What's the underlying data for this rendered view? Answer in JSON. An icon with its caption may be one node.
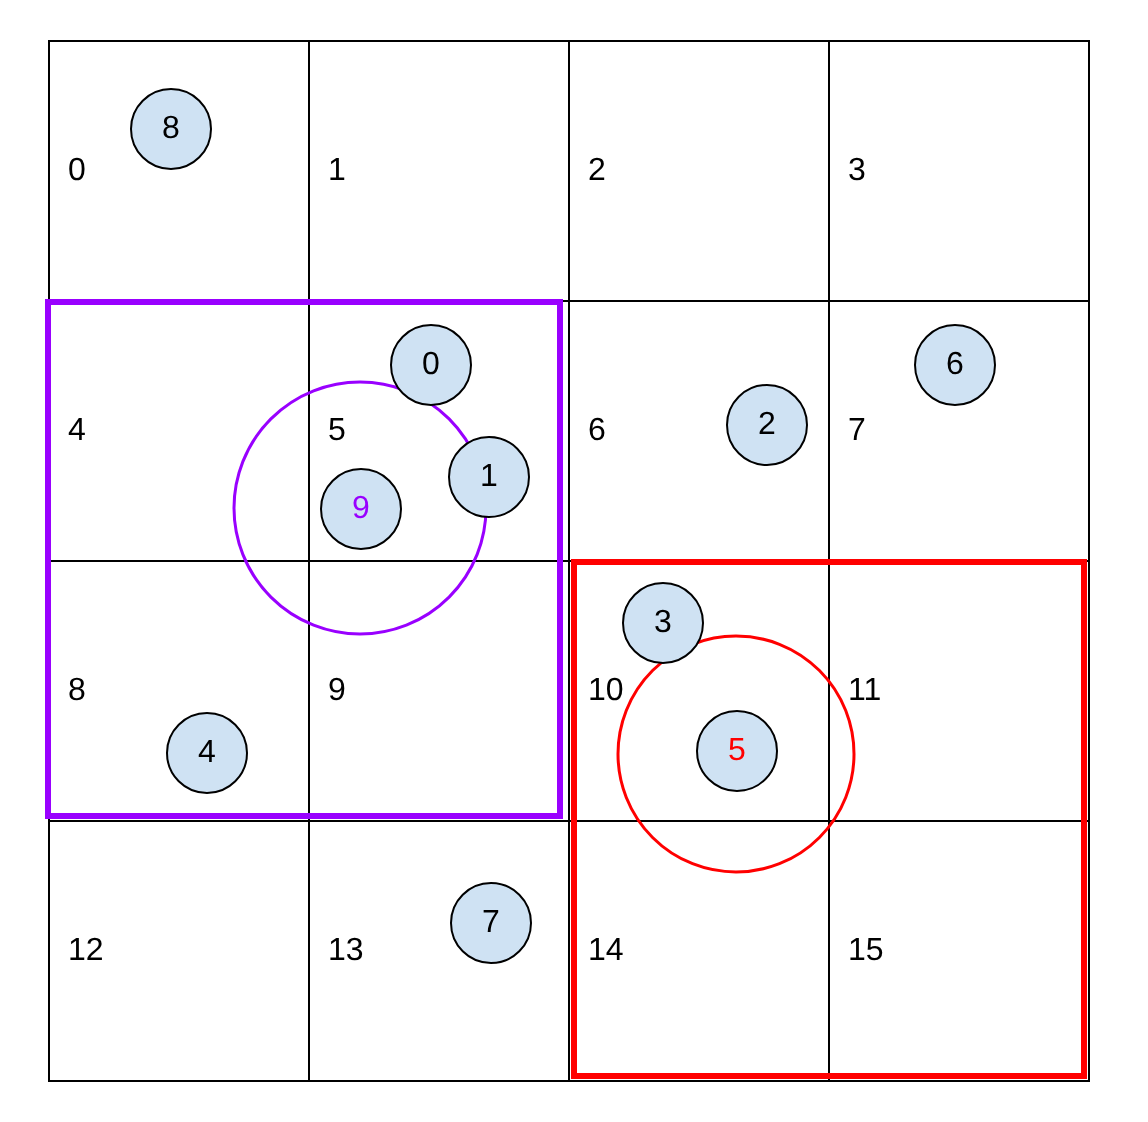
{
  "diagram": {
    "nodes": [
      {
        "text": [
          "0"
        ]
      },
      {
        "text": [
          "8"
        ],
        "in": 0
      },
      {
        "text": [
          "1"
        ]
      },
      {
        "text": [
          "2"
        ]
      },
      {
        "text": [
          "3"
        ]
      },
      {
        "text": [
          "4"
        ]
      },
      {
        "text": [
          "5"
        ]
      },
      {
        "text": [
          "0"
        ],
        "in": 6
      },
      {
        "text": [
          "1"
        ],
        "in": 6
      },
      {
        "text": [
          "9"
        ],
        "in": 6
      },
      {
        "text": [
          "6"
        ]
      },
      {
        "text": [
          "2"
        ],
        "in": 10
      },
      {
        "text": [
          "7"
        ]
      },
      {
        "text": [
          "6"
        ],
        "in": 12
      },
      {
        "text": [
          "8"
        ]
      },
      {
        "text": [
          "4"
        ],
        "in": 14
      },
      {
        "text": [
          "9"
        ]
      },
      {
        "text": [
          "10"
        ]
      },
      {
        "text": [
          "3"
        ],
        "in": 17
      },
      {
        "text": [
          "5"
        ],
        "in": 17
      },
      {
        "text": [
          "11"
        ]
      },
      {
        "text": [
          "12"
        ]
      },
      {
        "text": [
          "13"
        ]
      },
      {
        "text": [
          "7"
        ],
        "in": 22
      },
      {
        "text": [
          "14"
        ]
      },
      {
        "text": [
          "15"
        ]
      }
    ]
  }
}
